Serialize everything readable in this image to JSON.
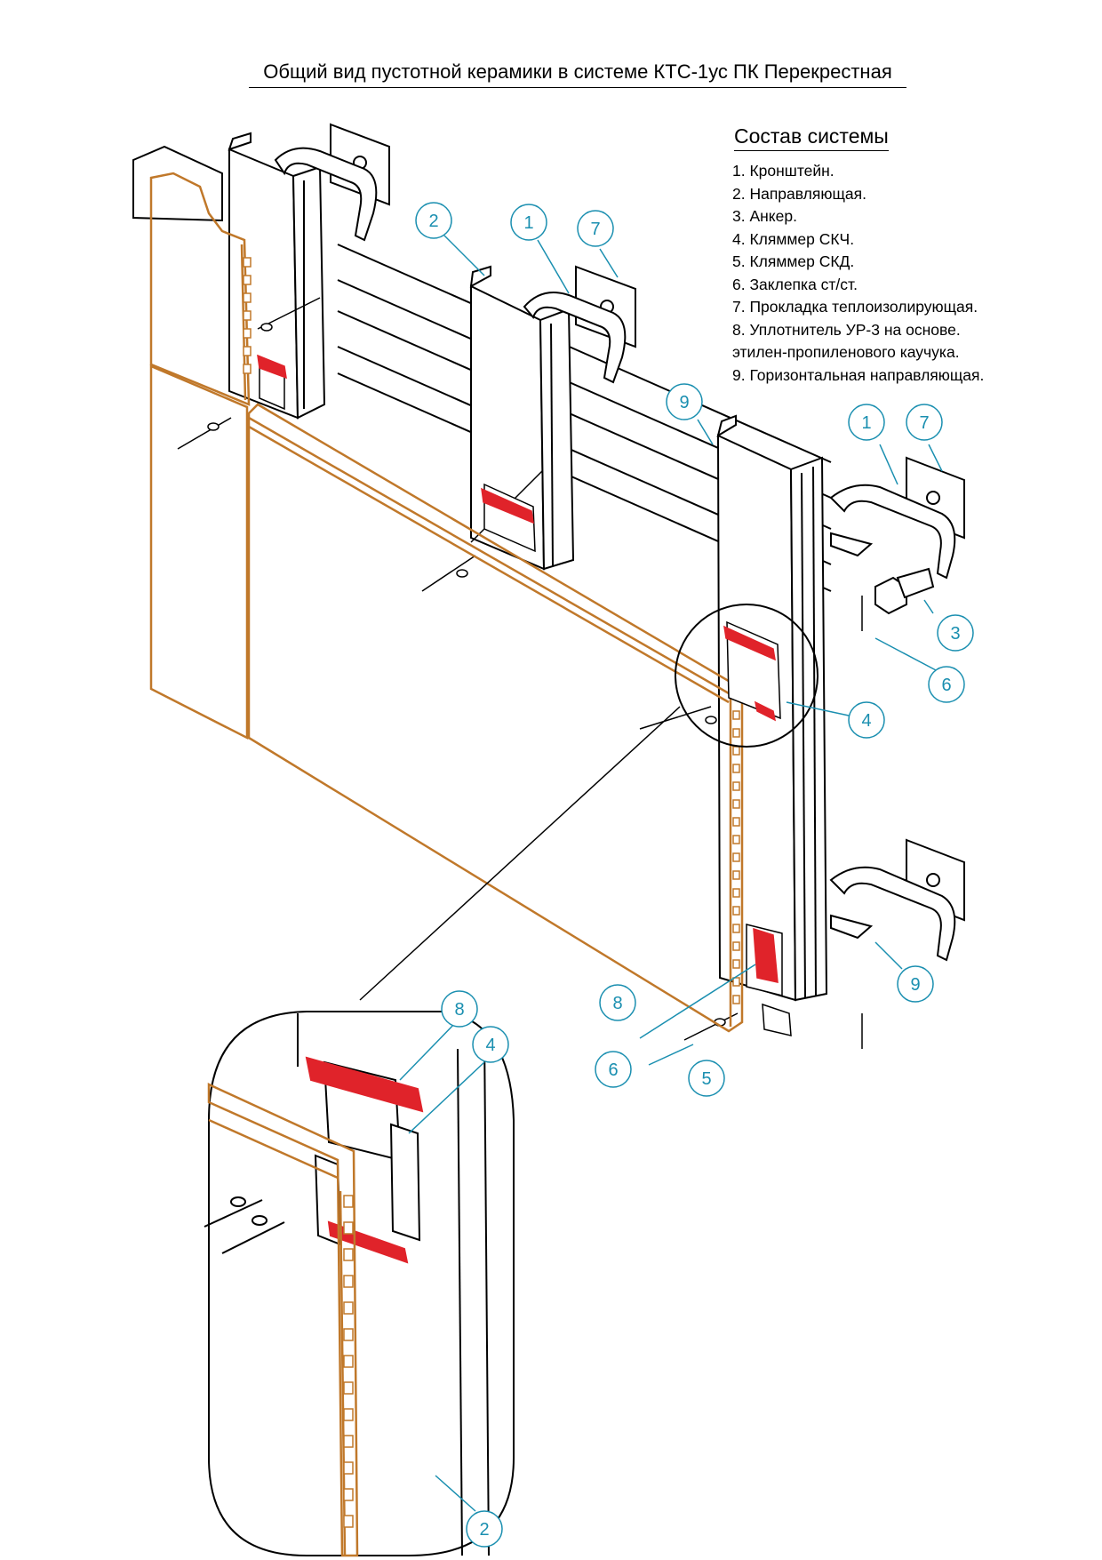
{
  "title": "Общий вид пустотной керамики в системе КТС-1ус ПК Перекрестная",
  "composition": {
    "heading": "Состав системы",
    "items": [
      "1. Кронштейн.",
      "2. Направляющая.",
      "3. Анкер.",
      "4. Кляммер СКЧ.",
      "5. Кляммер СКД.",
      "6. Заклепка ст/ст.",
      "7. Прокладка теплоизолирующая.",
      "8. Уплотнитель УР-3 на основе.",
      "этилен-пропиленового каучука.",
      "9. Горизонтальная направляющая."
    ]
  },
  "callouts": [
    "2",
    "1",
    "7",
    "9",
    "1",
    "7",
    "3",
    "6",
    "4",
    "8",
    "9",
    "6",
    "5",
    "8",
    "4",
    "2"
  ],
  "colors": {
    "tile": "#c0782a",
    "callout": "#1a8fb0",
    "seal": "#e0232a",
    "line": "#000000"
  }
}
